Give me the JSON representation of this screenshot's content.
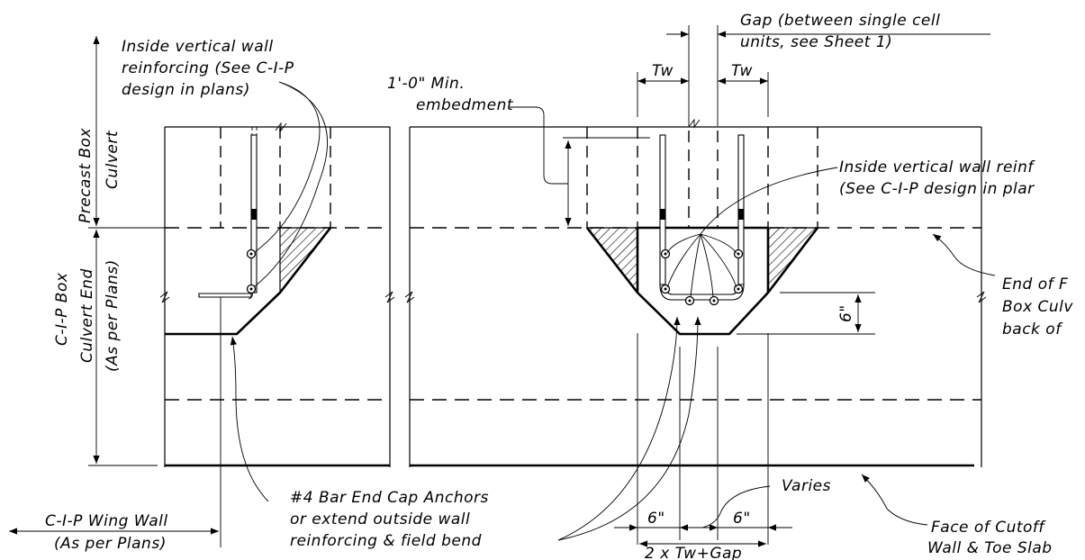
{
  "labels": {
    "gap": "Gap (between single cell",
    "gap2": "units, see Sheet 1)",
    "inside_left1": "Inside vertical wall",
    "inside_left2": "reinforcing (See C-I-P",
    "inside_left3": "design in plans)",
    "tw_left": "Tw",
    "tw_right": "Tw",
    "embed1": "1'-0\" Min.",
    "embed2": "embedment",
    "inside_right1": "Inside vertical wall reinf",
    "inside_right2": "(See C-I-P design in plar",
    "precast1": "Precast Box",
    "precast2": "Culvert",
    "cip1": "C-I-P Box",
    "cip2": "Culvert End",
    "cip3": "(As per Plans)",
    "endof1": "End of F",
    "endof2": "Box Culv",
    "endof3": "back of",
    "six_vert": "6\"",
    "bar4_1": "#4 Bar End Cap Anchors",
    "bar4_2": "or extend outside wall",
    "bar4_3": "reinforcing & field bend",
    "varies": "Varies",
    "six_a": "6\"",
    "six_b": "6\"",
    "twogap": "2 x Tw+Gap",
    "face1": "Face of Cutoff",
    "face2": "Wall & Toe Slab",
    "wing1": "C-I-P Wing Wall",
    "wing2": "(As per Plans)"
  }
}
